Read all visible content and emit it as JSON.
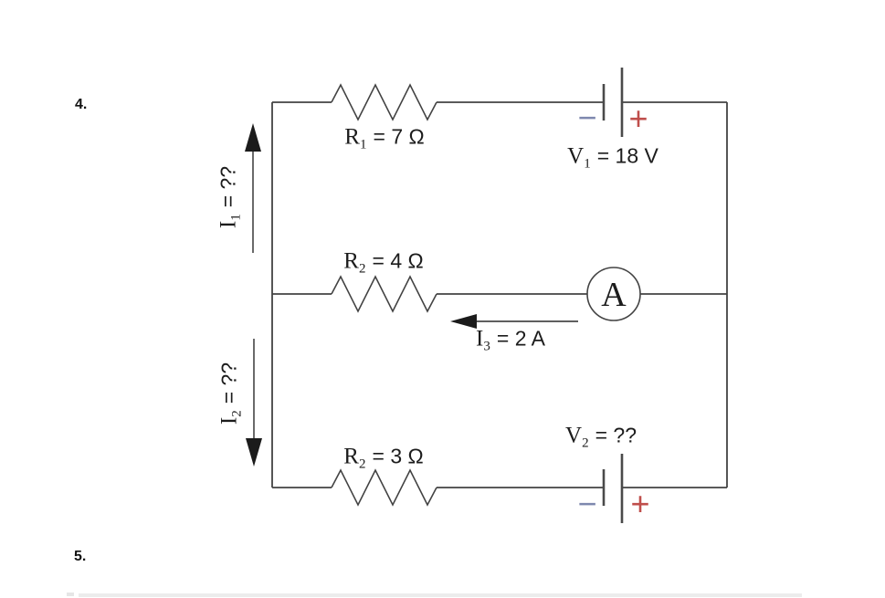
{
  "page": {
    "question4": "4.",
    "question5": "5."
  },
  "colors": {
    "wire": "#434343",
    "text": "#1c1c1c",
    "battery_minus": "#7e88ae",
    "battery_plus": "#bf4e4b",
    "divider": "#ececec"
  },
  "circuit": {
    "ammeter": {
      "label": "A"
    },
    "battery_signs": {
      "minus": "−",
      "plus": "+"
    },
    "labels": {
      "r1": {
        "sym": "R",
        "sub": "1",
        "val": "= 7 Ω"
      },
      "v1": {
        "sym": "V",
        "sub": "1",
        "val": "= 18 V"
      },
      "r2_mid": {
        "sym": "R",
        "sub": "2",
        "val": "= 4 Ω"
      },
      "i3": {
        "sym": "I",
        "sub": "3",
        "val": "= 2 A"
      },
      "r2_bot": {
        "sym": "R",
        "sub": "2",
        "val": "= 3 Ω"
      },
      "v2": {
        "sym": "V",
        "sub": "2",
        "val": "= ??"
      },
      "i1": {
        "sym": "I",
        "sub": "1",
        "val": "= ??"
      },
      "i2": {
        "sym": "I",
        "sub": "2",
        "val": "= ??"
      }
    }
  }
}
